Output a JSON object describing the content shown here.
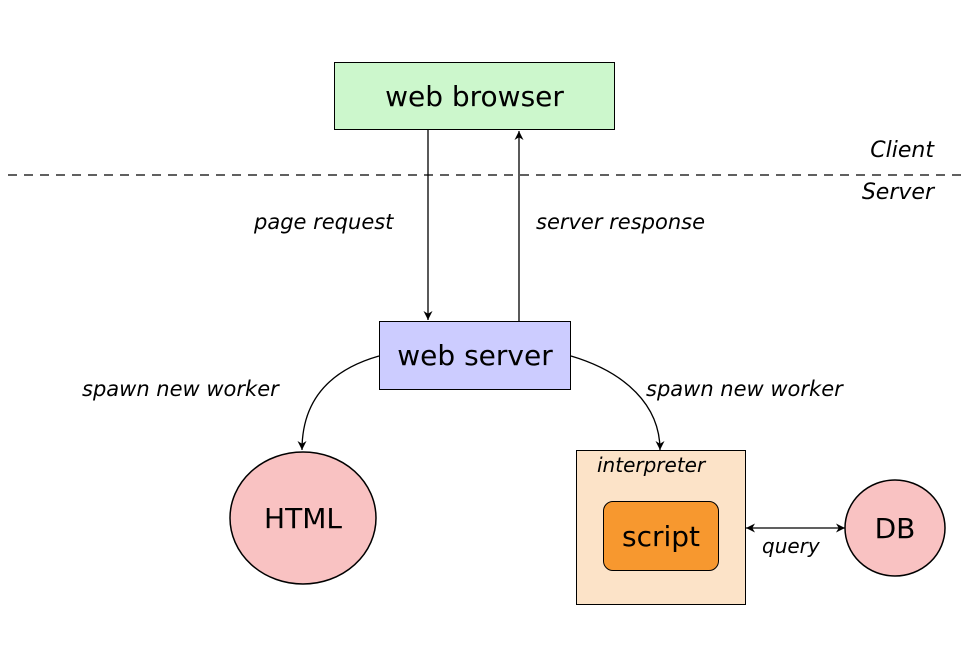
{
  "nodes": {
    "browser": "web browser",
    "server": "web server",
    "html": "HTML",
    "interpreter": "interpreter",
    "script": "script",
    "db": "DB"
  },
  "regions": {
    "client": "Client",
    "server": "Server"
  },
  "edges": {
    "page_request": "page request",
    "server_response": "server response",
    "spawn_left": "spawn new worker",
    "spawn_right": "spawn new worker",
    "query": "query"
  },
  "colors": {
    "browser_fill": "#ccf7cc",
    "server_fill": "#ccccff",
    "html_fill": "#f9c2c2",
    "interpreter_fill": "#fce3c8",
    "script_fill": "#f7982f",
    "db_fill": "#f9c2c2"
  }
}
